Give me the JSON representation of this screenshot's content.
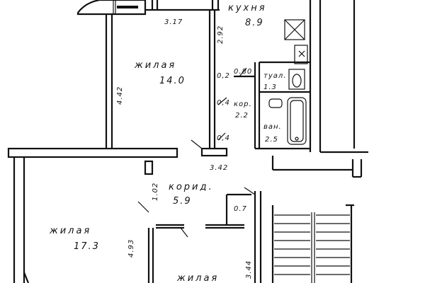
{
  "rooms": [
    {
      "name": "кухня",
      "area": "8.9"
    },
    {
      "name": "жилая",
      "area": "14.0"
    },
    {
      "name": "туал.",
      "area": "1.3"
    },
    {
      "name": "кор.",
      "area": "2.2"
    },
    {
      "name": "ван.",
      "area": "2.5"
    },
    {
      "name": "корид.",
      "area": "5.9"
    },
    {
      "name": "жилая",
      "area": "17.3"
    },
    {
      "name": "жилая",
      "area": ""
    }
  ],
  "dimensions": {
    "d317": "3.17",
    "d292": "2.92",
    "d442": "4.42",
    "d080": "0.80",
    "d02": "0,2",
    "d04a": "0,4",
    "d04b": "0,4",
    "d342": "3.42",
    "d102": "1.02",
    "d07": "0.7",
    "d493": "4.93",
    "d344": "3.44"
  },
  "fixtures": [
    "stove-icon",
    "sink-icon",
    "toilet-icon",
    "bathtub-icon",
    "staircase-icon"
  ]
}
